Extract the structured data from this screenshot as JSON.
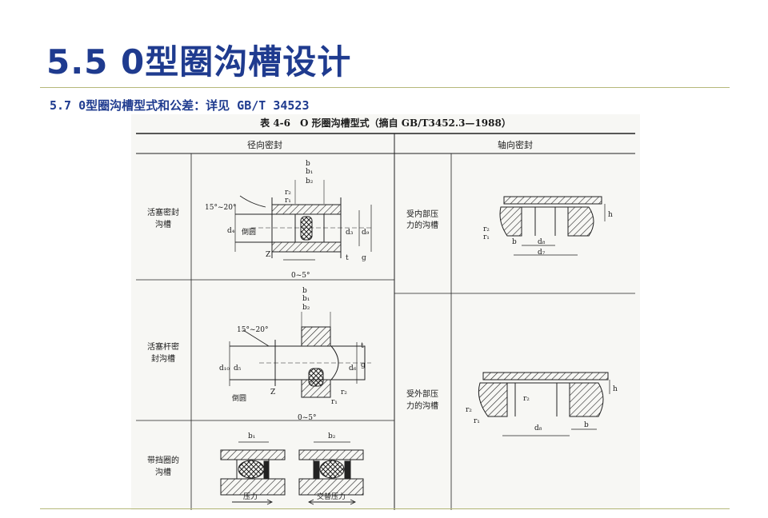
{
  "slide": {
    "title": "5.5 0型圈沟槽设计",
    "subtitle": "5.7 0型圈沟槽型式和公差：详见 GB/T 34523"
  },
  "scan": {
    "caption": "表 4-6　O 形圈沟槽型式（摘自 GB/T3452.3—1988）",
    "header_left": "径向密封",
    "header_right": "轴向密封",
    "rows_left": [
      {
        "label_line1": "活塞密封",
        "label_line2": "沟槽"
      },
      {
        "label_line1": "活塞杆密",
        "label_line2": "封沟槽"
      },
      {
        "label_line1": "带挡圈的",
        "label_line2": "沟槽"
      }
    ],
    "rows_right": [
      {
        "label_line1": "受内部压",
        "label_line2": "力的沟槽"
      },
      {
        "label_line1": "受外部压",
        "label_line2": "力的沟槽"
      }
    ],
    "piston": {
      "b": "b",
      "b1": "b₁",
      "b2": "b₂",
      "angle": "15°~20°",
      "chamfer": "倒圆",
      "r1": "r₁",
      "r2": "r₂",
      "d4": "d₄",
      "d3": "d₃",
      "d9": "d₉",
      "t": "t",
      "g": "g",
      "z": "Z",
      "taper": "0~5°"
    },
    "rod": {
      "b": "b",
      "b1": "b₁",
      "b2": "b₂",
      "angle": "15°~20°",
      "chamfer": "倒圆",
      "r1": "r₁",
      "r2": "r₂",
      "d10": "d₁₀",
      "d5": "d₅",
      "d6": "d₆",
      "t": "t",
      "g": "g",
      "z": "Z",
      "taper": "0~5°"
    },
    "backup": {
      "b1": "b₁",
      "b2": "b₂",
      "pressure": "压力",
      "alt_pressure": "交替压力"
    },
    "axial_internal": {
      "r1": "r₁",
      "r2": "r₂",
      "b": "b",
      "h": "h",
      "d8": "d₈",
      "d7": "d₇"
    },
    "axial_external": {
      "r1": "r₁",
      "r2": "r₂",
      "b": "b",
      "h": "h",
      "d8": "d₈"
    }
  }
}
